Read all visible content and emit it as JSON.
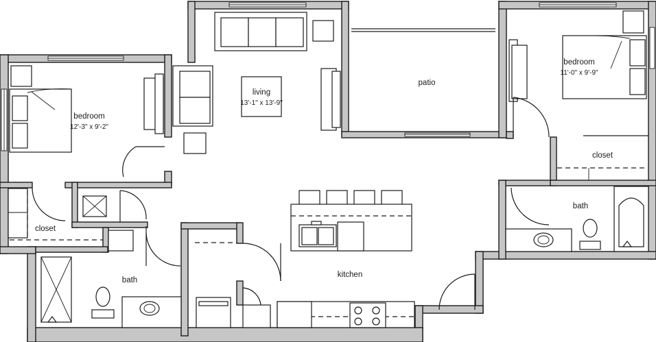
{
  "rooms": {
    "bedroom_left": {
      "name": "bedroom",
      "size": "12'-3\" x 9'-2\""
    },
    "living": {
      "name": "living",
      "size": "13'-1\" x 13'-9\""
    },
    "patio": {
      "name": "patio"
    },
    "bedroom_right": {
      "name": "bedroom",
      "size": "11'-0\" x 9'-9\""
    },
    "closet_right": {
      "name": "closet"
    },
    "closet_left": {
      "name": "closet"
    },
    "bath_right": {
      "name": "bath"
    },
    "bath_left": {
      "name": "bath"
    },
    "kitchen": {
      "name": "kitchen"
    }
  },
  "colors": {
    "wall_fill": "#c6c6c6",
    "line": "#1a1a1a",
    "background": "#ffffff"
  }
}
